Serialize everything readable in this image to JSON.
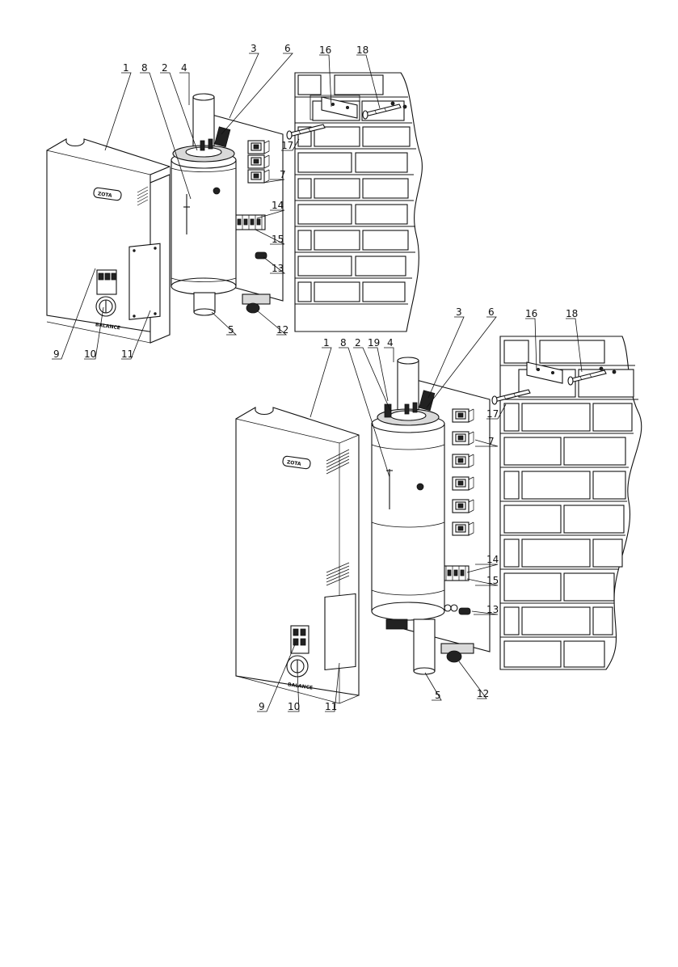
{
  "drawing": {
    "brand_label": "ZOTA",
    "panel_label": "BALANCE",
    "top_assembly": {
      "callouts": [
        "1",
        "8",
        "2",
        "4",
        "3",
        "6",
        "16",
        "18",
        "17",
        "7",
        "14",
        "15",
        "13",
        "5",
        "12",
        "9",
        "10",
        "11"
      ]
    },
    "bottom_assembly": {
      "callouts": [
        "1",
        "8",
        "2",
        "19",
        "4",
        "3",
        "6",
        "16",
        "18",
        "17",
        "7",
        "14",
        "15",
        "13",
        "5",
        "12",
        "9",
        "10",
        "11"
      ]
    }
  }
}
